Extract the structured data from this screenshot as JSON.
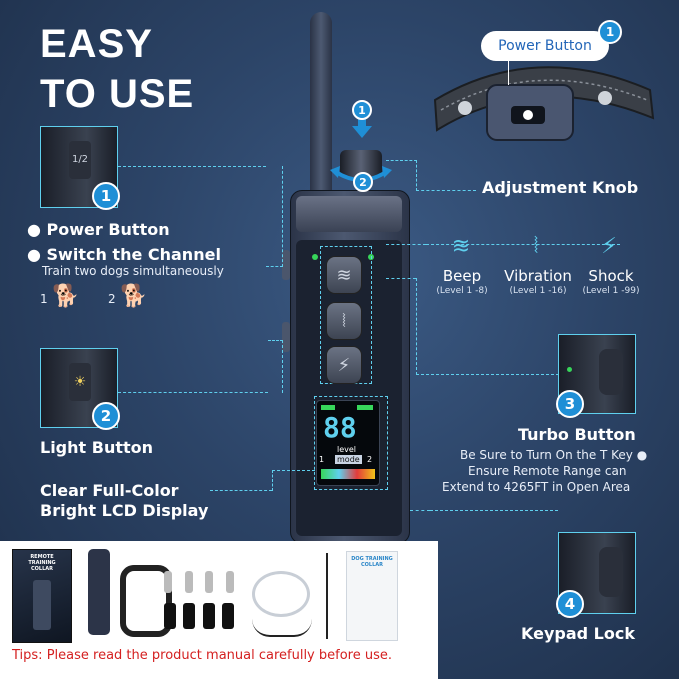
{
  "headline": {
    "line1": "EASY",
    "line2": "TO USE"
  },
  "collar_callout": {
    "label": "Power Button",
    "number": "1"
  },
  "knob": {
    "label": "Adjustment Knob",
    "step1": "1",
    "step2": "2"
  },
  "left_feature_1": {
    "number": "1",
    "bullet1": "Power Button",
    "bullet2": "Switch the Channel",
    "subtext": "Train two dogs simultaneously",
    "channel1": "1",
    "channel2": "2"
  },
  "left_feature_2": {
    "number": "2",
    "label": "Light Button"
  },
  "lcd_feature": {
    "line1": "Clear Full-Color",
    "line2": "Bright LCD Display"
  },
  "functions": [
    {
      "name": "Beep",
      "level": "(Level 1 -8)",
      "icon": "sound-wave-icon"
    },
    {
      "name": "Vibration",
      "level": "(Level 1 -16)",
      "icon": "vibration-icon"
    },
    {
      "name": "Shock",
      "level": "(Level 1 -99)",
      "icon": "lightning-icon"
    }
  ],
  "turbo": {
    "number": "3",
    "label": "Turbo Button",
    "line1": "Be Sure to Turn On the T Key",
    "line2": "Ensure Remote Range can",
    "line3": "Extend to 4265FT in Open Area"
  },
  "keypad": {
    "number": "4",
    "label": "Keypad Lock"
  },
  "lcd": {
    "digits": "88",
    "level": "level",
    "mode": "mode",
    "ch1": "1",
    "ch2": "2"
  },
  "package": {
    "box_title": "REMOTE TRAINING COLLAR",
    "manual_title": "DOG TRAINING COLLAR"
  },
  "tips": {
    "prefix": "Tips:",
    "text": "Please read the product manual carefully before use."
  },
  "colors": {
    "accent": "#5fd0ee",
    "badge": "#1f8fd6",
    "tips_red": "#d42020",
    "background": "#2c4467"
  }
}
